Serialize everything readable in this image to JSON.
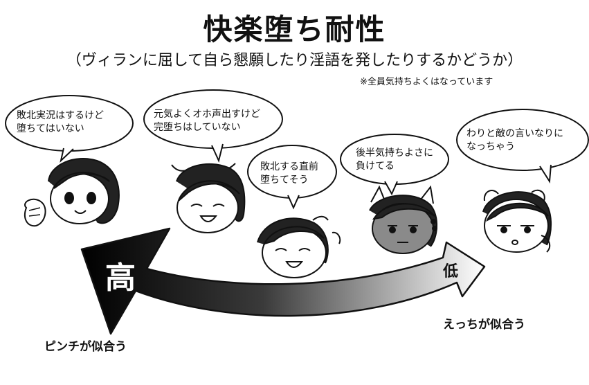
{
  "title": "快楽堕ち耐性",
  "subtitle": "（ヴィランに屈して自ら懇願したり淫語を発したりするかどうか）",
  "note": "※全員気持ちよくはなっています",
  "bubbles": [
    {
      "line1": "敗北実況はするけど",
      "line2": "堕ちてはいない"
    },
    {
      "line1": "元気よくオホ声出すけど",
      "line2": "完堕ちはしていない"
    },
    {
      "line1": "敗北する直前",
      "line2": "堕ちてそう"
    },
    {
      "line1": "後半気持ちよさに",
      "line2": "負けてる"
    },
    {
      "line1": "わりと敵の言いなりに",
      "line2": "なっちゃう"
    }
  ],
  "scale": {
    "high": "高",
    "low": "低",
    "high_caption": "ピンチが似合う",
    "low_caption": "えっちが似合う"
  },
  "colors": {
    "ink": "#111111",
    "paper": "#ffffff",
    "shade": "#8a8a8a"
  }
}
